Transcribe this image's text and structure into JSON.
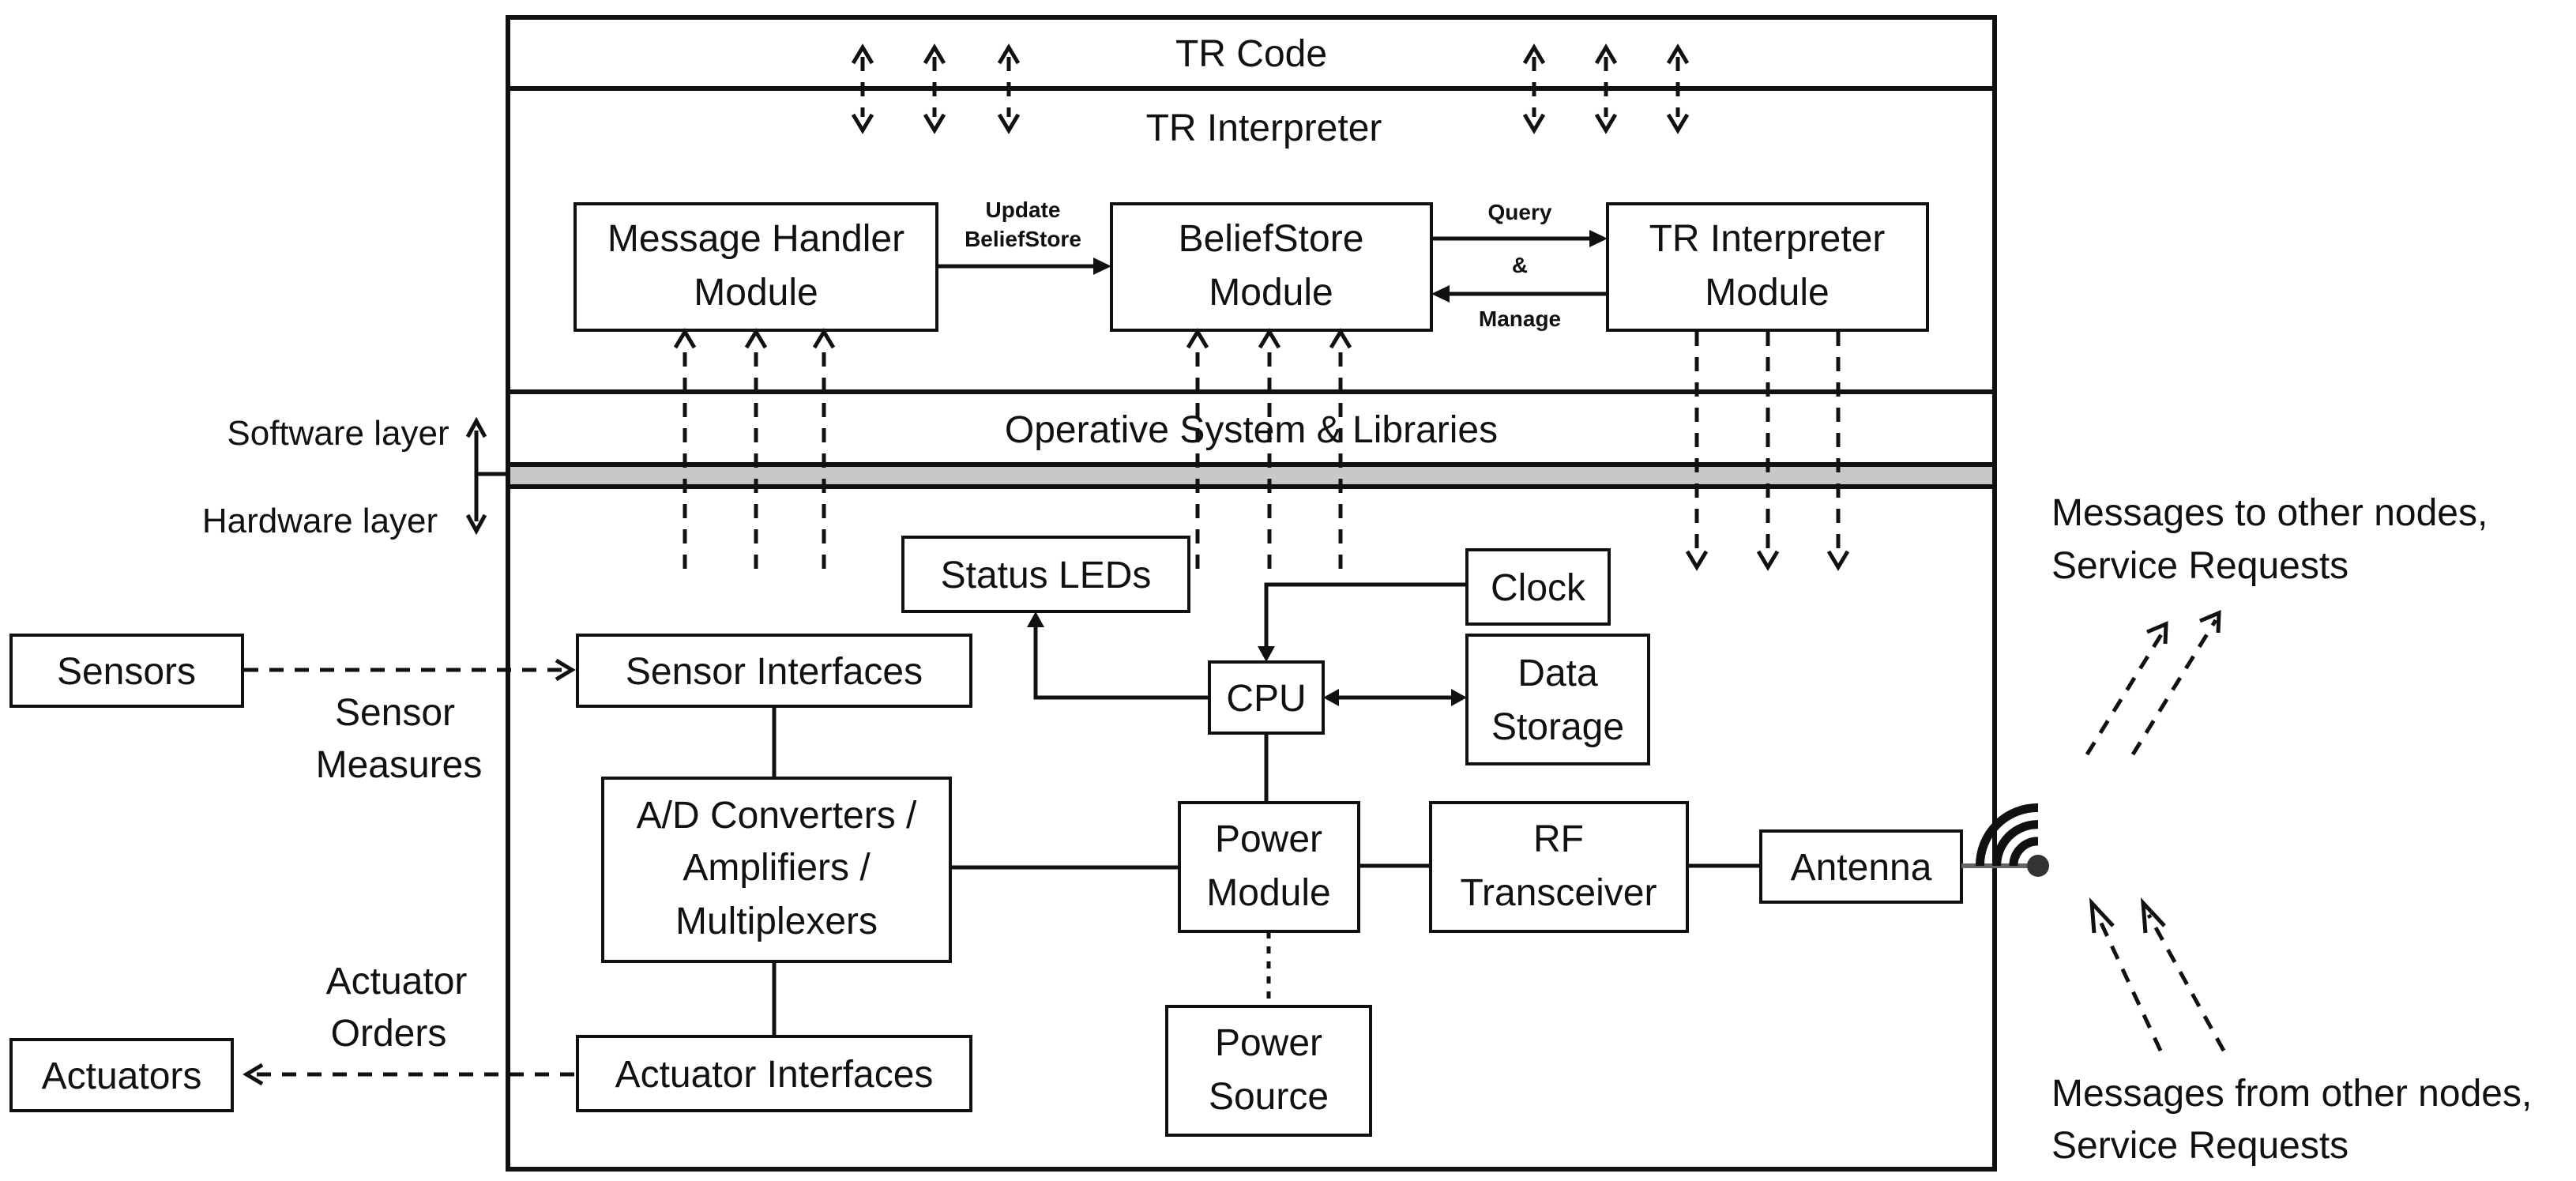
{
  "layers": {
    "tr_code": "TR Code",
    "tr_interpreter": "TR Interpreter",
    "os_libraries": "Operative System & Libraries",
    "software_layer": "Software layer",
    "hardware_layer": "Hardware layer"
  },
  "modules": {
    "message_handler": [
      "Message Handler",
      "Module"
    ],
    "beliefstore": [
      "BeliefStore",
      "Module"
    ],
    "tr_interpreter": [
      "TR Interpreter",
      "Module"
    ]
  },
  "edge_labels": {
    "update_beliefstore": [
      "Update",
      "BeliefStore"
    ],
    "query": "Query",
    "amp": "&",
    "manage": "Manage",
    "sensor_measures": [
      "Sensor",
      "Measures"
    ],
    "actuator_orders": [
      "Actuator",
      "Orders"
    ]
  },
  "hardware": {
    "status_leds": "Status LEDs",
    "clock": "Clock",
    "cpu": "CPU",
    "data_storage": [
      "Data",
      "Storage"
    ],
    "sensor_interfaces": "Sensor Interfaces",
    "converters": [
      "A/D Converters /",
      "Amplifiers /",
      "Multiplexers"
    ],
    "actuator_interfaces": "Actuator Interfaces",
    "power_module": [
      "Power",
      "Module"
    ],
    "rf_transceiver": [
      "RF",
      "Transceiver"
    ],
    "antenna": "Antenna",
    "power_source": [
      "Power",
      "Source"
    ]
  },
  "external": {
    "sensors": "Sensors",
    "actuators": "Actuators",
    "messages_out": [
      "Messages to other nodes,",
      "Service Requests"
    ],
    "messages_in": [
      "Messages from other nodes,",
      "Service Requests"
    ]
  },
  "icons": [
    "wifi-signal-icon"
  ]
}
